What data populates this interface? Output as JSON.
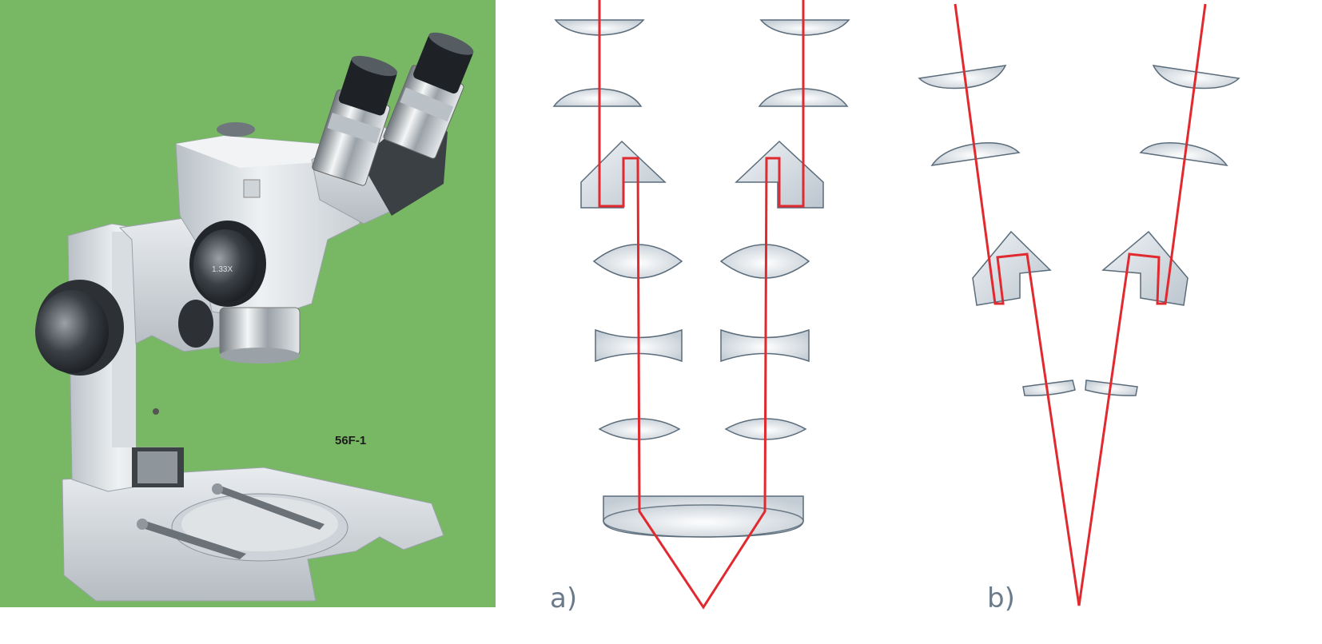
{
  "photo": {
    "model_label": "56F-1",
    "knob_label": "1.33X",
    "background_color": "#78b865"
  },
  "diagram": {
    "panel_a_label": "a)",
    "panel_b_label": "b)",
    "ray_color": "#e02a2f",
    "lens_stroke_color": "#5a6b7a",
    "icons": [
      "microscope-photo",
      "lens-element",
      "prism-element",
      "light-ray"
    ]
  }
}
